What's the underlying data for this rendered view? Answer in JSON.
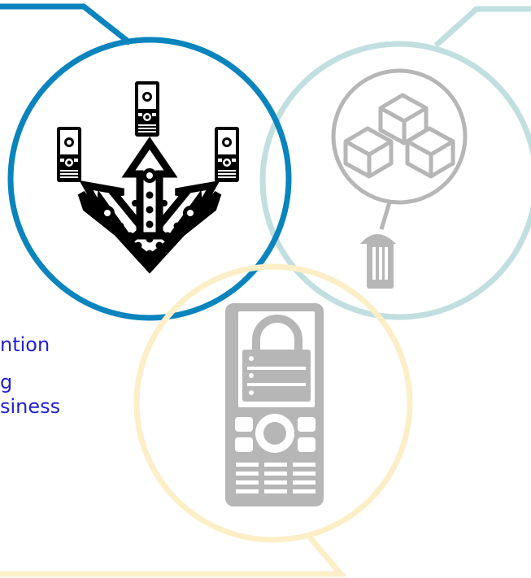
{
  "colors": {
    "blue_circle": "#0a84bd",
    "teal_circle": "#c2dfdf",
    "yellow_circle": "#fcefc8",
    "icon_black": "#000000",
    "icon_gray": "#b6b6b6",
    "icon_gray_dark": "#a9a9a9",
    "text_blue": "#2222d6"
  },
  "text_fragments": [
    "ntion",
    "g",
    "siness"
  ],
  "icons": {
    "top_left": "mobile-deployment-arrows-icon",
    "top_right": "cloud-cubes-server-icon",
    "bottom": "locked-mobile-phone-icon"
  }
}
